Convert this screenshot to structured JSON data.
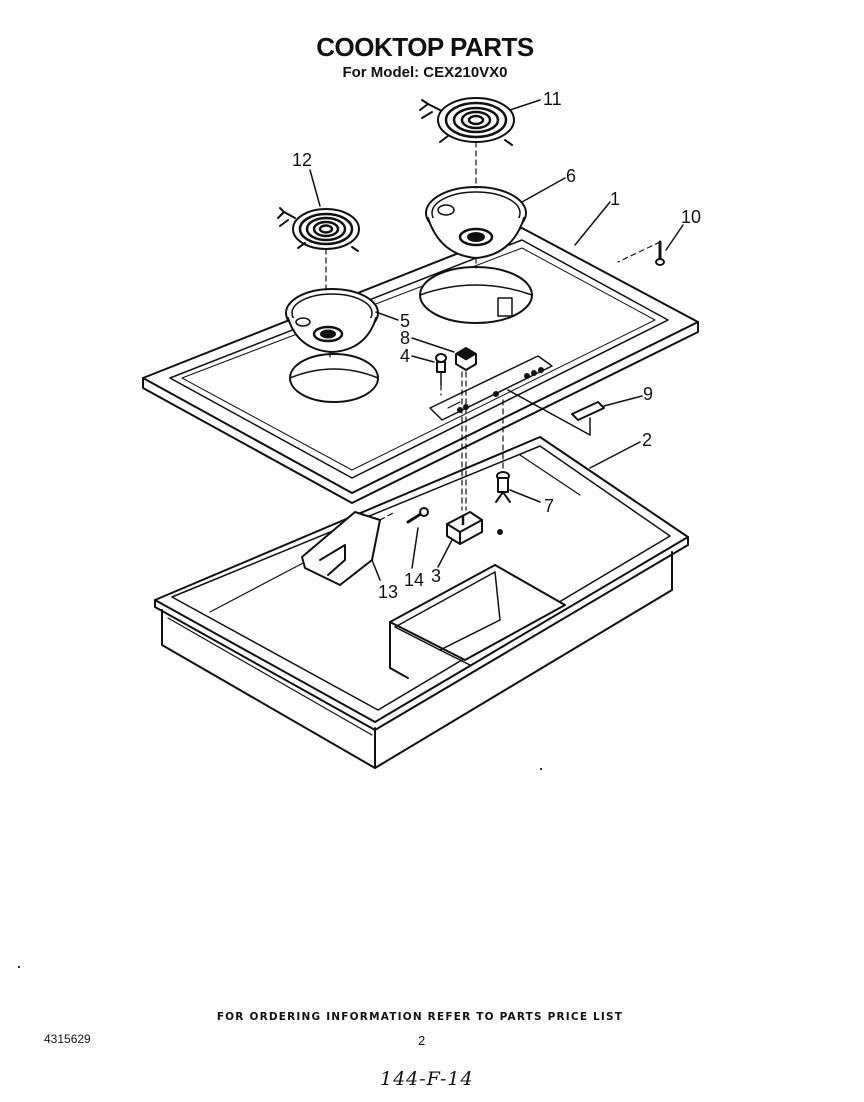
{
  "header": {
    "title": "COOKTOP PARTS",
    "subtitle": "For Model: CEX210VX0"
  },
  "callouts": [
    "1",
    "2",
    "3",
    "4",
    "5",
    "6",
    "7",
    "8",
    "9",
    "10",
    "11",
    "12",
    "13",
    "14"
  ],
  "footer": {
    "ordering_note": "FOR ORDERING INFORMATION REFER TO PARTS PRICE LIST",
    "doc_number": "4315629",
    "page_number": "2",
    "handwritten": "144-F-14"
  }
}
